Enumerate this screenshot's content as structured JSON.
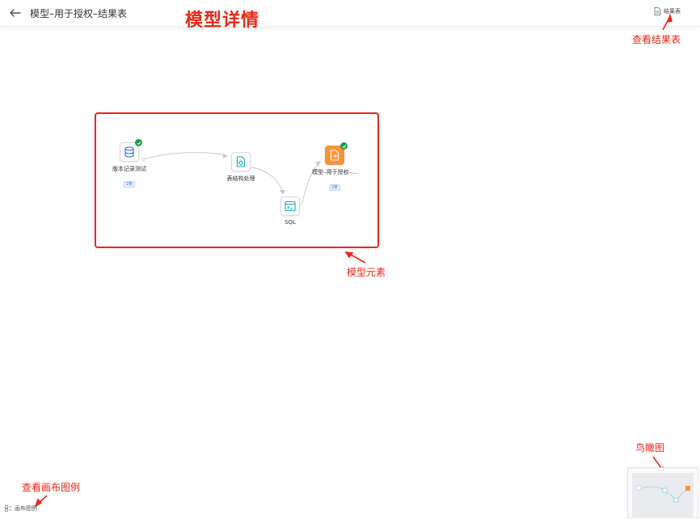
{
  "header": {
    "title": "模型–用于授权–结果表",
    "result_button_label": "结果表"
  },
  "annotations": {
    "model_detail": "模型详情",
    "view_result_table": "查看结果表",
    "model_elements": "模型元素",
    "birds_eye_view": "鸟瞰图",
    "view_canvas_legend": "查看画布图例"
  },
  "nodes": [
    {
      "label": "版本记录测试",
      "badge": "2条",
      "icon": "database-icon",
      "status": "success"
    },
    {
      "label": "表结构处理",
      "icon": "table-structure-icon"
    },
    {
      "label": "SQL",
      "icon": "sql-icon"
    },
    {
      "label": "模型–用于授权–...",
      "badge": "2条",
      "icon": "output-table-icon",
      "status": "success"
    }
  ],
  "legend": {
    "label": "画布图例"
  },
  "colors": {
    "annotation": "#e8281a",
    "output_node": "#f7943a",
    "success": "#1a9b4b",
    "sql": "#19a7b0",
    "database": "#2f6fd8"
  }
}
